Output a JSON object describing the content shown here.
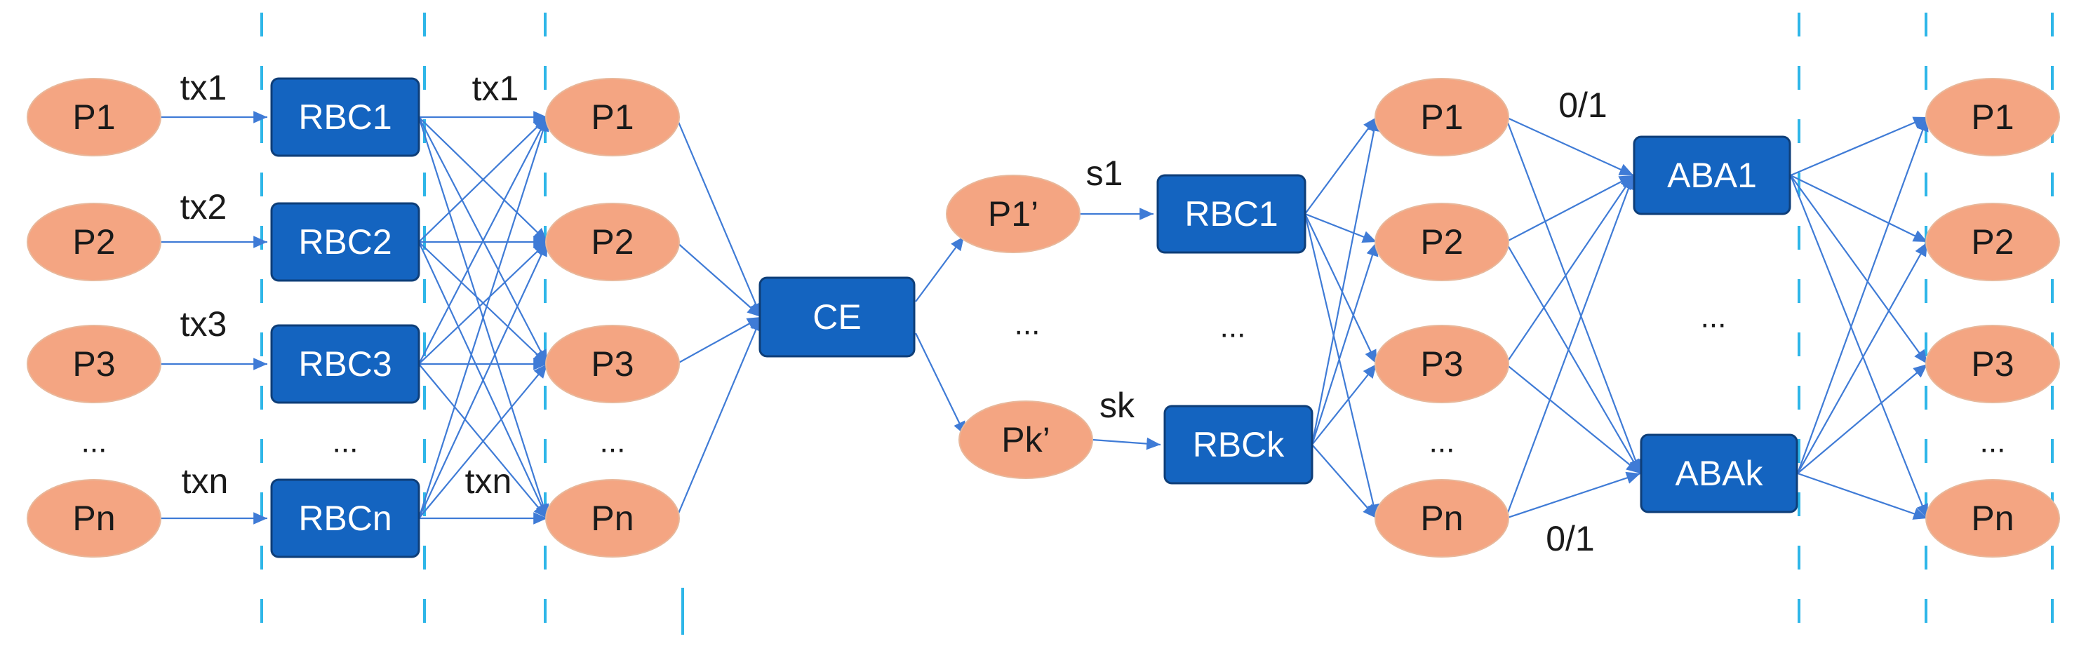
{
  "colors": {
    "process_fill": "#F4A582",
    "process_stroke": "#E8B79A",
    "box_fill": "#1464C0",
    "box_stroke": "#0E3E78",
    "edge": "#3F7BD6",
    "divider": "#2EB6E8"
  },
  "columns": {
    "inputs": [
      "P1",
      "P2",
      "P3",
      "Pn"
    ],
    "input_labels": [
      "tx1",
      "tx2",
      "tx3",
      "txn"
    ],
    "rbc": [
      "RBC1",
      "RBC2",
      "RBC3",
      "RBCn"
    ],
    "rbc_out_labels": [
      "tx1",
      "txn"
    ],
    "mid": [
      "P1",
      "P2",
      "P3",
      "Pn"
    ],
    "ce": "CE",
    "selected": [
      "P1’",
      "Pk’"
    ],
    "selected_labels": [
      "s1",
      "sk"
    ],
    "rbc2": [
      "RBC1",
      "RBCk"
    ],
    "mid2": [
      "P1",
      "P2",
      "P3",
      "Pn"
    ],
    "aba": [
      "ABA1",
      "ABAk"
    ],
    "aba_labels": [
      "0/1",
      "0/1"
    ],
    "outputs": [
      "P1",
      "P2",
      "P3",
      "Pn"
    ],
    "ellipsis": "..."
  }
}
